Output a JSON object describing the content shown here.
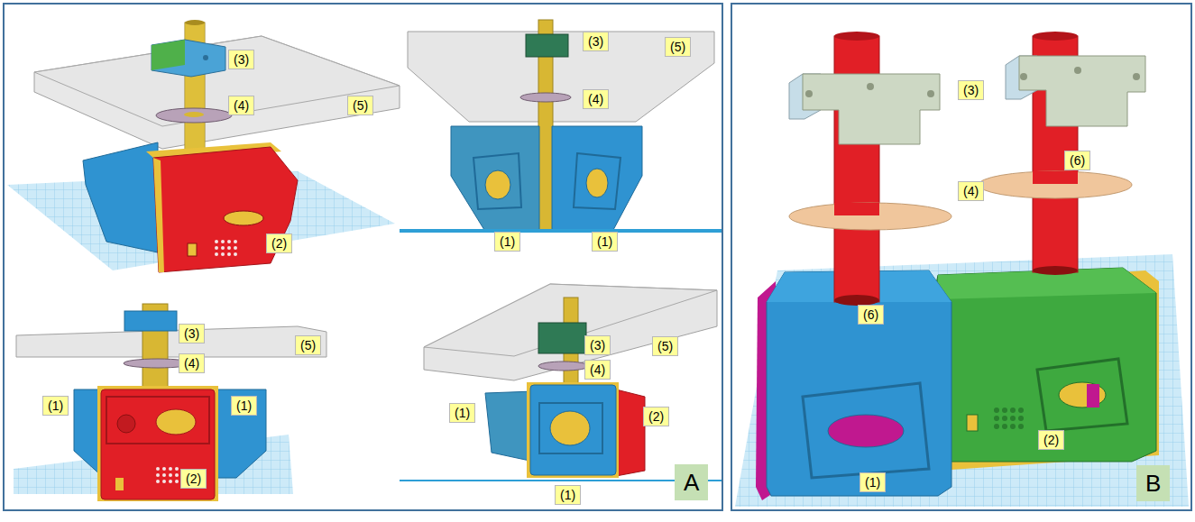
{
  "diagram": {
    "labels": [
      "(3)",
      "(4)",
      "(5)",
      "(2)",
      "(3)",
      "(5)",
      "(4)",
      "(1)",
      "(1)",
      "(3)",
      "(5)",
      "(4)",
      "(1)",
      "(1)",
      "(2)",
      "(3)",
      "(5)",
      "(4)",
      "(1)",
      "(2)",
      "(1)",
      "A",
      "(3)",
      "(6)",
      "(4)",
      "(6)",
      "(2)",
      "(1)",
      "B"
    ]
  }
}
